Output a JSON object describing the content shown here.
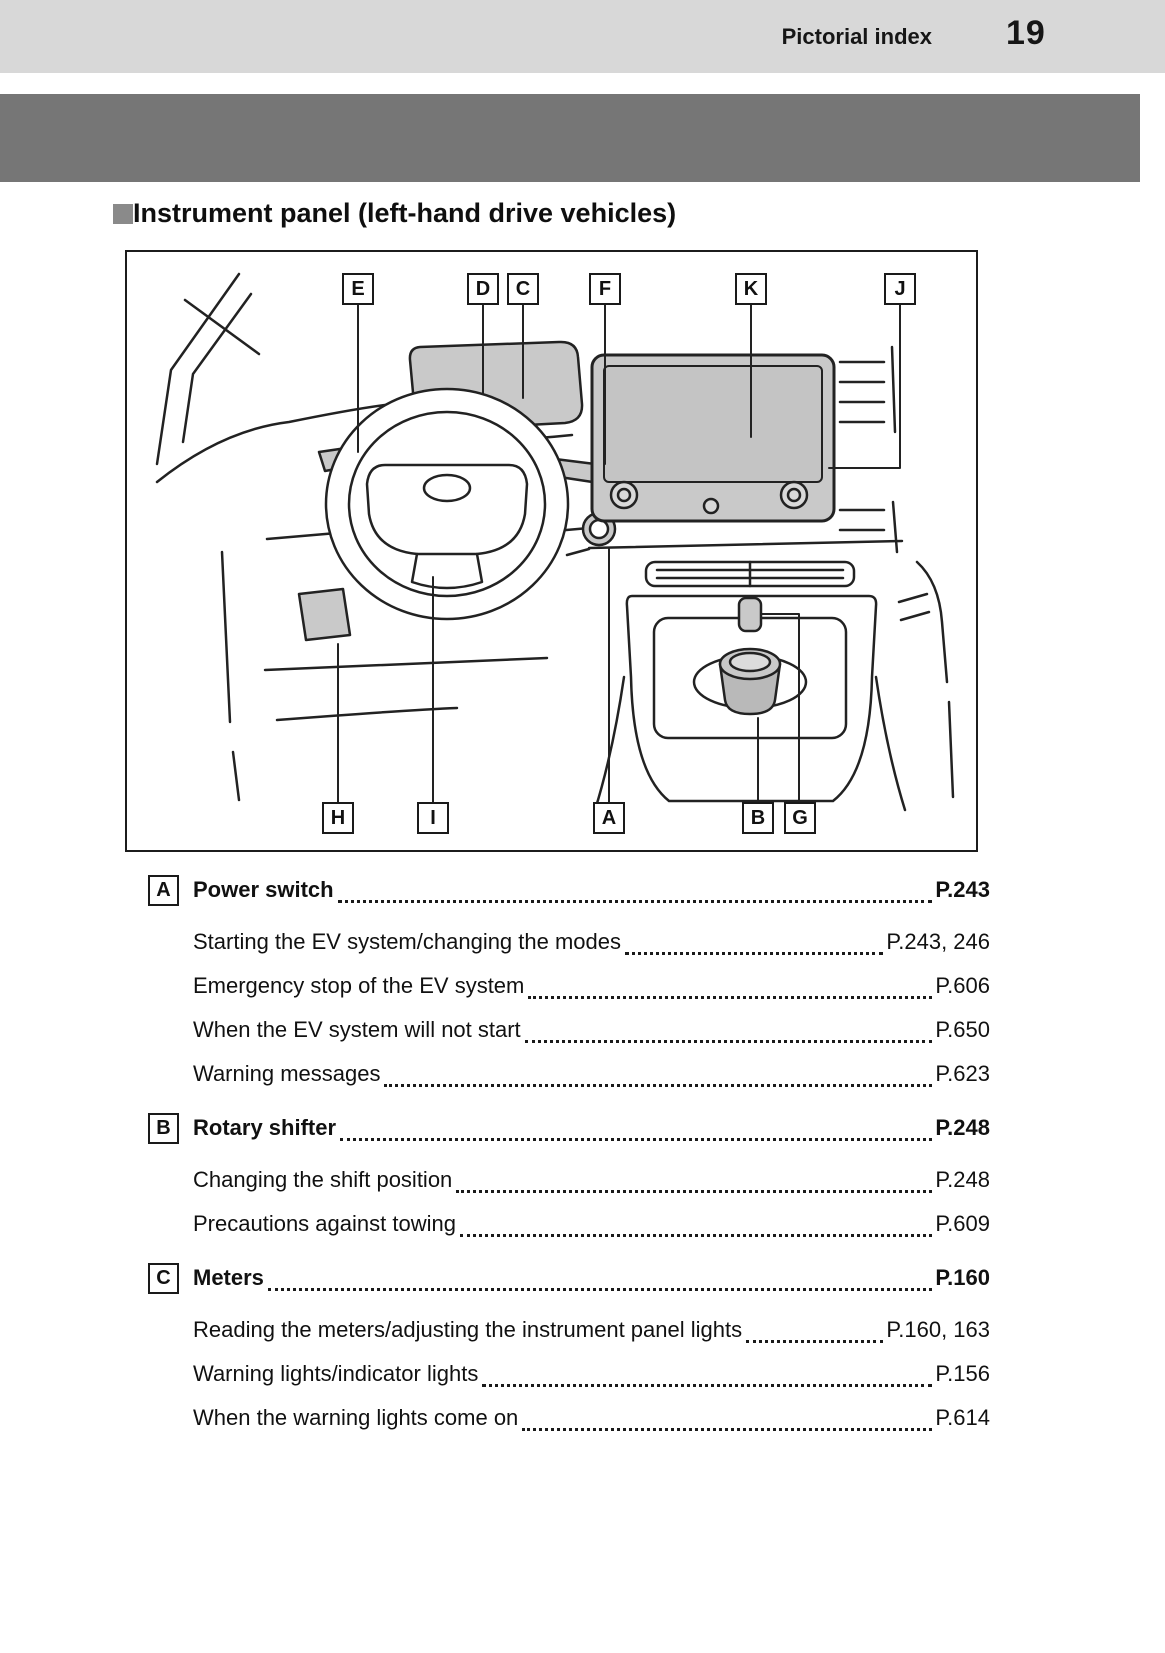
{
  "header": {
    "title": "Pictorial index",
    "page_number": "19"
  },
  "section": {
    "title": "Instrument panel (left-hand drive vehicles)"
  },
  "diagram": {
    "callouts": {
      "E": "E",
      "D": "D",
      "C": "C",
      "F": "F",
      "K": "K",
      "J": "J",
      "H": "H",
      "I": "I",
      "A": "A",
      "B": "B",
      "G": "G"
    }
  },
  "toc": {
    "sections": [
      {
        "letter": "A",
        "title": "Power switch",
        "page": "P.243",
        "items": [
          {
            "label": "Starting the EV system/changing the modes",
            "page": "P.243, 246"
          },
          {
            "label": "Emergency stop of the EV system",
            "page": "P.606"
          },
          {
            "label": "When the EV system will not start",
            "page": "P.650"
          },
          {
            "label": "Warning messages",
            "page": "P.623"
          }
        ]
      },
      {
        "letter": "B",
        "title": "Rotary shifter",
        "page": "P.248",
        "items": [
          {
            "label": "Changing the shift position",
            "page": "P.248"
          },
          {
            "label": "Precautions against towing",
            "page": "P.609"
          }
        ]
      },
      {
        "letter": "C",
        "title": "Meters",
        "page": "P.160",
        "items": [
          {
            "label": "Reading the meters/adjusting the instrument panel lights",
            "page": "P.160, 163"
          },
          {
            "label": "Warning lights/indicator lights",
            "page": "P.156"
          },
          {
            "label": "When the warning lights come on",
            "page": "P.614"
          }
        ]
      }
    ]
  },
  "colors": {
    "header_bar": "#d8d8d8",
    "dark_band": "#767676",
    "diagram_fill": "#c9c9c9",
    "line": "#1c1c1c"
  }
}
